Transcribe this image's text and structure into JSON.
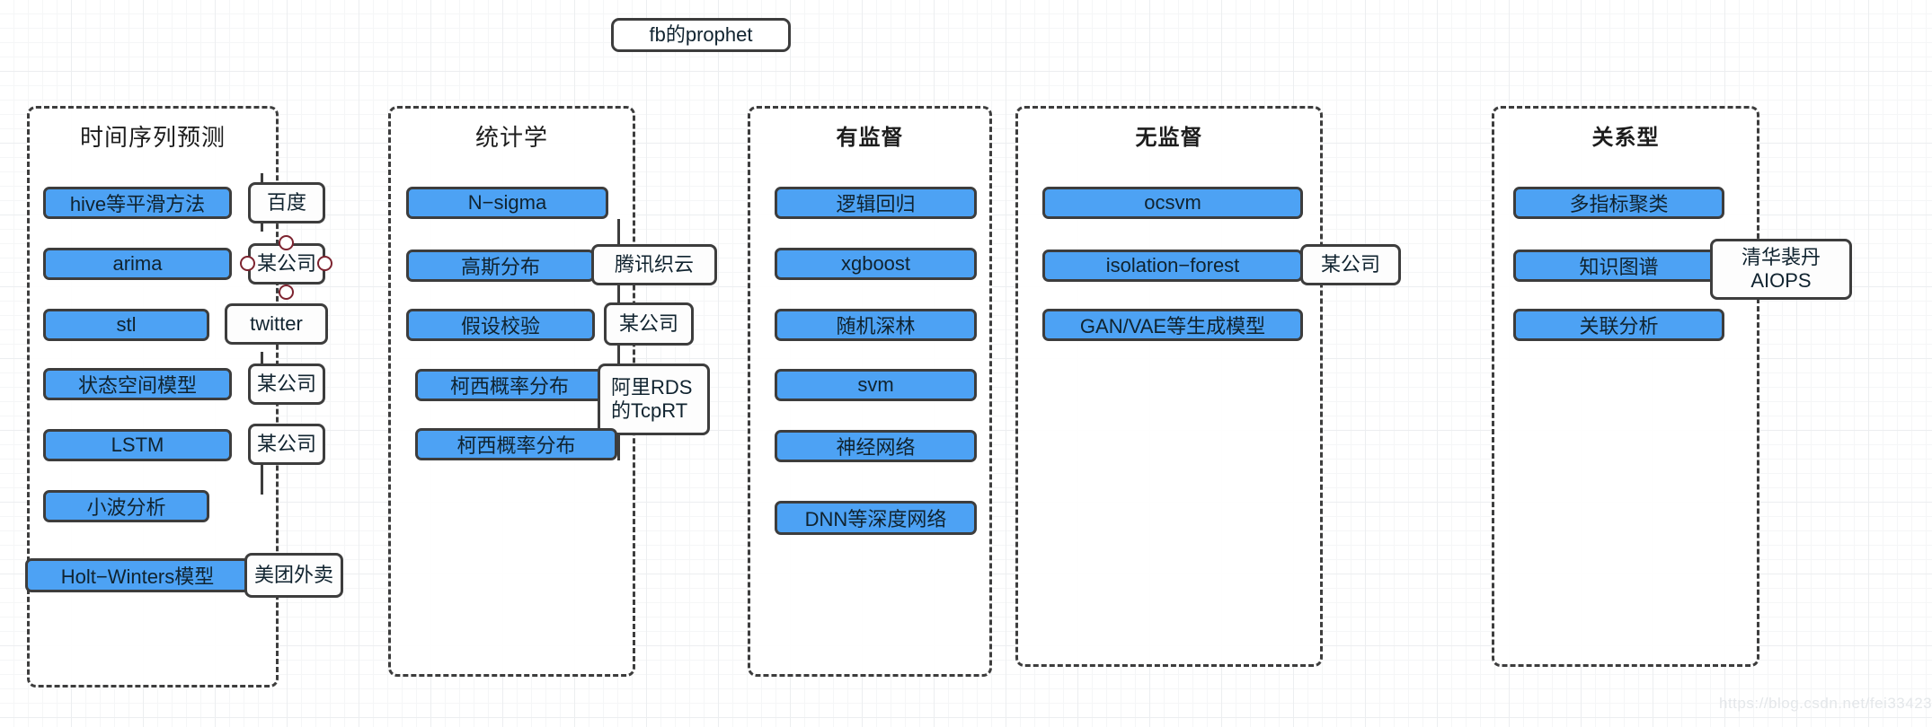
{
  "diagram": {
    "title_node": {
      "label": "fb的prophet"
    },
    "watermark": "https://blog.csdn.net/fei33423",
    "colors": {
      "node_fill": "#4da2f4",
      "stroke": "#3d3d3d",
      "note_fill": "#fdfdfd",
      "handle_stroke": "#7d2430",
      "grid_major": "#eceef0",
      "grid_minor": "#f5f6f7"
    },
    "groups": [
      {
        "title": "时间序列预测",
        "nodes": [
          {
            "label": "hive等平滑方法",
            "note": "百度"
          },
          {
            "label": "arima",
            "note": "某公司",
            "selected": true
          },
          {
            "label": "stl",
            "note": "twitter"
          },
          {
            "label": "状态空间模型",
            "note": "某公司"
          },
          {
            "label": "LSTM",
            "note": "某公司"
          },
          {
            "label": "小波分析",
            "note": null
          },
          {
            "label": "Holt−Winters模型",
            "note": "美团外卖"
          }
        ]
      },
      {
        "title": "统计学",
        "nodes": [
          {
            "label": "N−sigma",
            "note": null
          },
          {
            "label": "高斯分布",
            "note": "腾讯织云"
          },
          {
            "label": "假设校验",
            "note": "某公司"
          },
          {
            "label": "柯西概率分布",
            "note": "阿里RDS\n的TcpRT"
          },
          {
            "label": "柯西概率分布",
            "note": null
          }
        ]
      },
      {
        "title": "有监督",
        "bold": true,
        "nodes": [
          {
            "label": "逻辑回归",
            "note": null
          },
          {
            "label": "xgboost",
            "note": null
          },
          {
            "label": "随机深林",
            "note": null
          },
          {
            "label": "svm",
            "note": null
          },
          {
            "label": "神经网络",
            "note": null
          },
          {
            "label": "DNN等深度网络",
            "note": null
          }
        ]
      },
      {
        "title": "无监督",
        "bold": true,
        "nodes": [
          {
            "label": "ocsvm",
            "note": null
          },
          {
            "label": "isolation−forest",
            "note": "某公司"
          },
          {
            "label": "GAN/VAE等生成模型",
            "note": null
          }
        ]
      },
      {
        "title": "关系型",
        "bold": true,
        "nodes": [
          {
            "label": "多指标聚类",
            "note": null
          },
          {
            "label": "知识图谱",
            "note": "清华裴丹\nAIOPS"
          },
          {
            "label": "关联分析",
            "note": null
          }
        ]
      }
    ]
  }
}
